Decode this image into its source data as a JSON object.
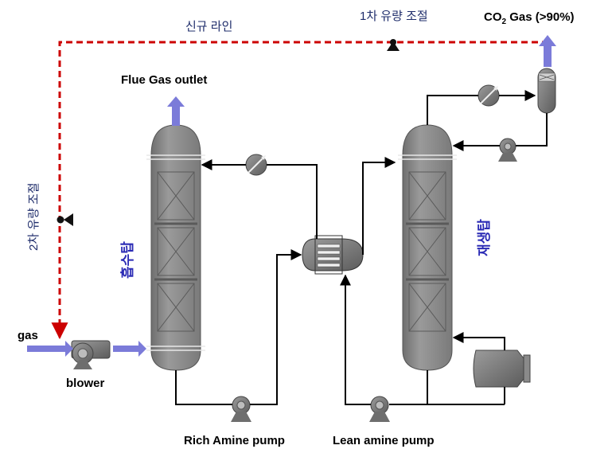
{
  "labels": {
    "new_line": "신규 라인",
    "flow_control_1": "1차 유량 조절",
    "co2_prefix": "CO",
    "co2_sub": "2",
    "co2_suffix": " Gas (>90%)",
    "flue_gas_outlet": "Flue Gas outlet",
    "flow_control_2": "2차 유량 조절",
    "absorber": "흡수탑",
    "regenerator": "재생탑",
    "gas": "gas",
    "blower": "blower",
    "rich_amine_pump": "Rich Amine pump",
    "lean_amine_pump": "Lean amine pump"
  },
  "colors": {
    "new_line_red": "#cc0000",
    "label_navy": "#1f2d6b",
    "tower_label_blue": "#2b2bb5",
    "gas_arrow": "#7b7bd9",
    "equipment_gray": "#777777"
  }
}
